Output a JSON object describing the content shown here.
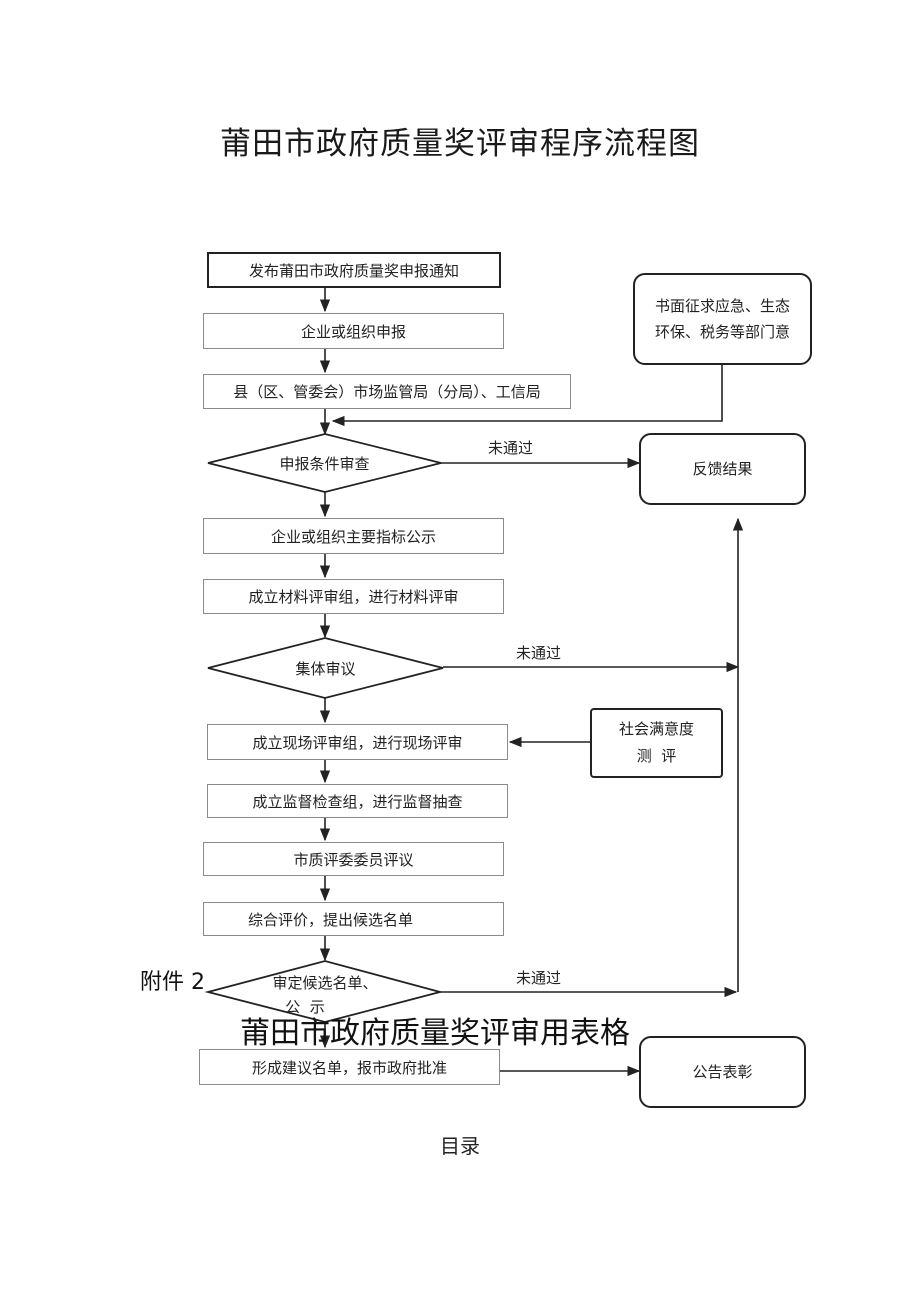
{
  "title": "莆田市政府质量奖评审程序流程图",
  "steps": {
    "notice": "发布莆田市政府质量奖申报通知",
    "apply": "企业或组织申报",
    "county": "县（区、管委会）市场监管局（分局）、工信局",
    "review_conditions": "申报条件审查",
    "publicize_indicators": "企业或组织主要指标公示",
    "material_team": "成立材料评审组，进行材料评审",
    "collective": "集体审议",
    "site_team": "成立现场评审组，进行现场评审",
    "supervision_team": "成立监督检查组，进行监督抽查",
    "committee": "市质评委委员评议",
    "evaluate": "综合评价，提出候选名单",
    "decide_candidates_line1": "审定候选名单、",
    "decide_candidates_line2": "公  示",
    "final_list": "形成建议名单，报市政府批准"
  },
  "side": {
    "opinions_line1": "书面征求应急、生态",
    "opinions_line2": "环保、税务等部门意",
    "feedback": "反馈结果",
    "satisfaction_line1": "社会满意度",
    "satisfaction_line2": "测  评",
    "announce": "公告表彰"
  },
  "edge_labels": {
    "fail_1": "未通过",
    "fail_2": "未通过",
    "fail_3": "未通过"
  },
  "attachment_label": "附件 2",
  "overlay_title": "莆田市政府质量奖评审用表格",
  "toc": "目录"
}
